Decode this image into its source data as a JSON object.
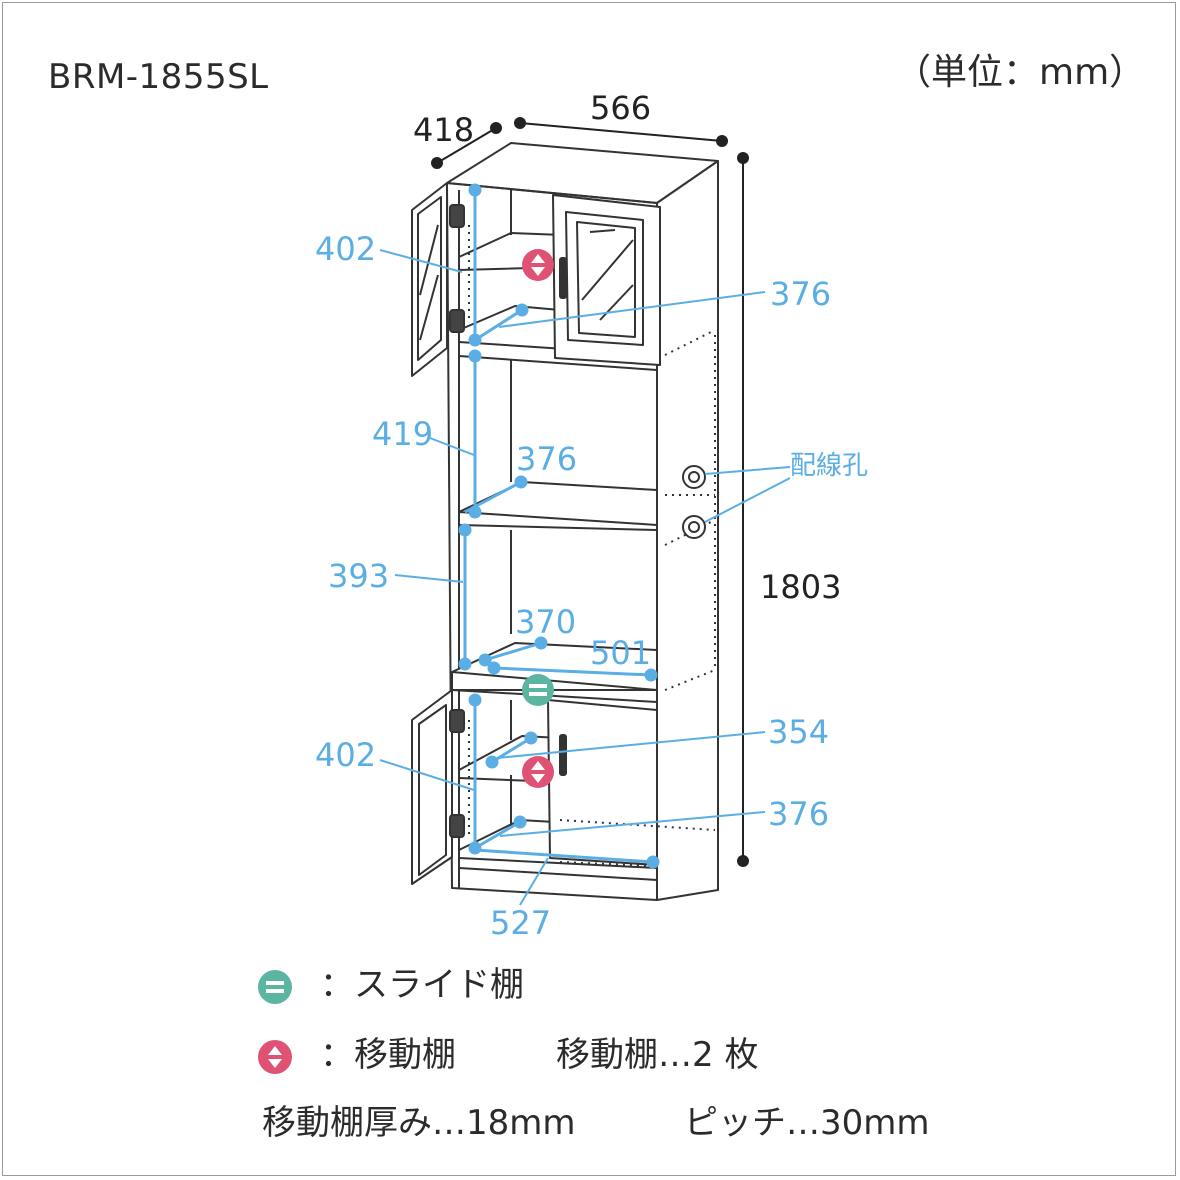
{
  "header": {
    "model": "BRM-1855SL",
    "unit": "（単位：mm）"
  },
  "dimensions": {
    "depth": "418",
    "width": "566",
    "height": "1803",
    "top_door_height": "402",
    "top_shelf_depth": "376",
    "middle_height": "419",
    "middle_shelf_depth": "376",
    "lower_open_height": "393",
    "slide_shelf_depth": "370",
    "slide_shelf_width": "501",
    "bottom_door_height": "402",
    "bottom_shelf_depth": "354",
    "bottom_floor_depth": "376",
    "bottom_inner_width": "527"
  },
  "callouts": {
    "wiring_hole": "配線孔"
  },
  "legend": {
    "slide_label": "：スライド棚",
    "move_label": "：移動棚",
    "move_count": "移動棚…2 枚",
    "thickness": "移動棚厚み…18mm",
    "pitch": "ピッチ…30mm"
  },
  "colors": {
    "dimension_blue": "#5aaee3",
    "slide_shelf_green": "#5bb5a1",
    "movable_shelf_pink": "#e05274",
    "line_dark": "#333333"
  },
  "icons": {
    "slide_shelf": "equal-sign-icon",
    "movable_shelf": "up-down-arrow-icon"
  }
}
